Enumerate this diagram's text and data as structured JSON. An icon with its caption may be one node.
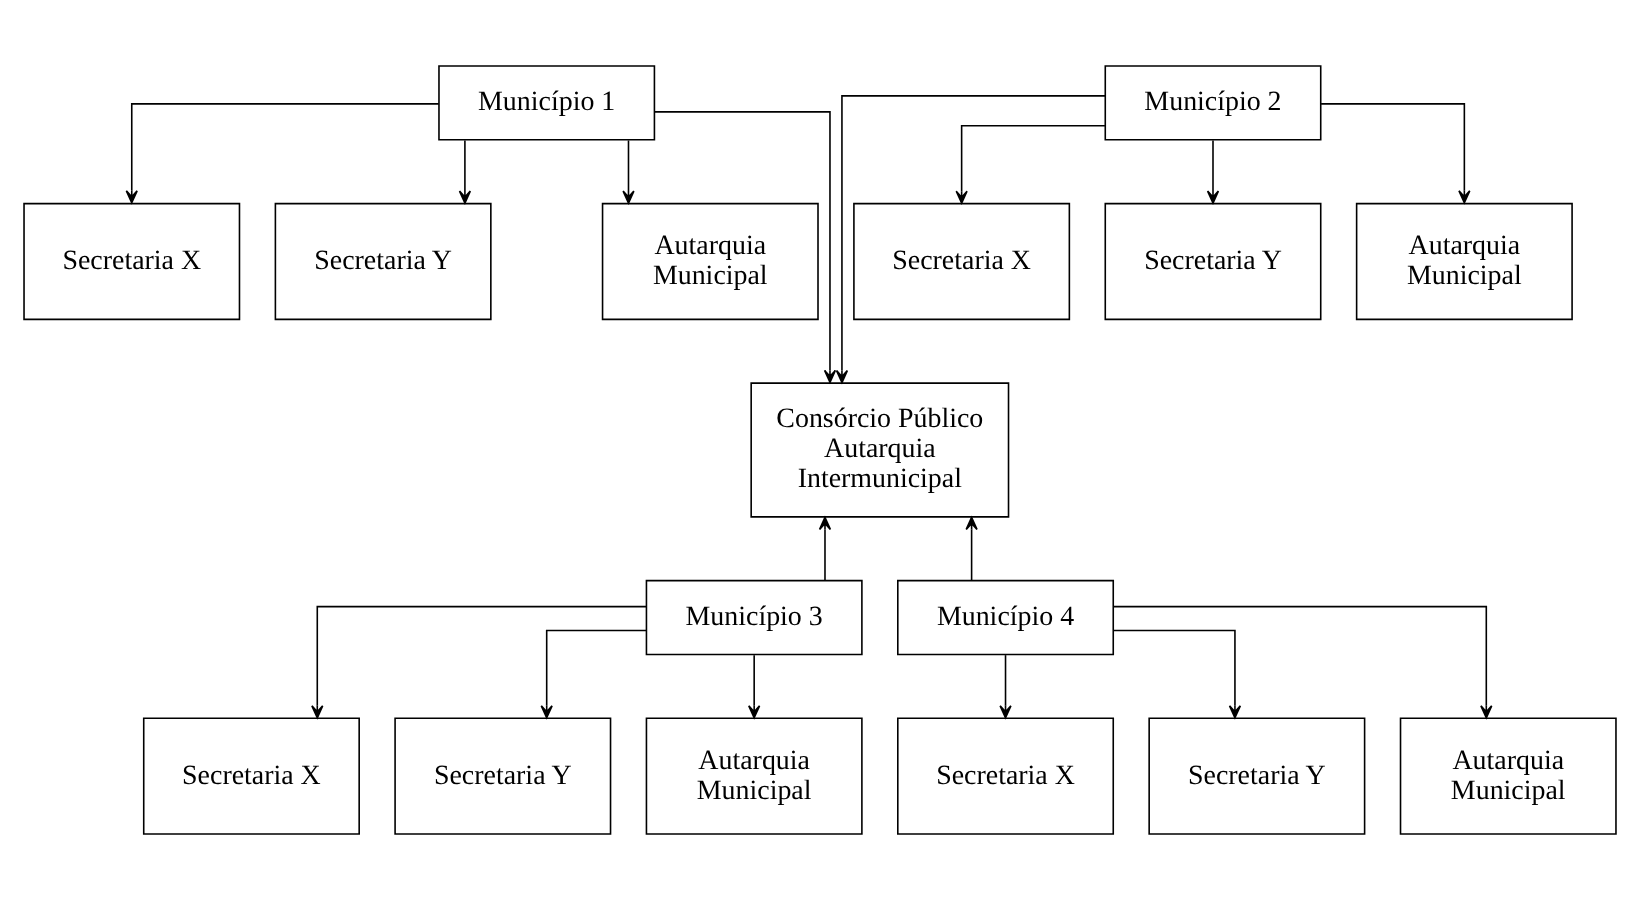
{
  "diagram": {
    "nodes": [
      {
        "text": [
          "Município 1"
        ]
      },
      {
        "text": [
          "Secretaria X"
        ]
      },
      {
        "text": [
          "Secretaria Y"
        ]
      },
      {
        "text": [
          "Autarquia Municipal"
        ]
      },
      {
        "text": [
          "Município 2"
        ]
      },
      {
        "text": [
          "Secretaria X"
        ]
      },
      {
        "text": [
          "Secretaria Y"
        ]
      },
      {
        "text": [
          "Autarquia Municipal"
        ]
      },
      {
        "text": [
          "Consórcio Público Autarquia Intermunicipal"
        ]
      },
      {
        "text": [
          "Município 3"
        ]
      },
      {
        "text": [
          "Secretaria X"
        ]
      },
      {
        "text": [
          "Secretaria Y"
        ]
      },
      {
        "text": [
          "Autarquia Municipal"
        ]
      },
      {
        "text": [
          "Município 4"
        ]
      },
      {
        "text": [
          "Secretaria X"
        ]
      },
      {
        "text": [
          "Secretaria Y"
        ]
      },
      {
        "text": [
          "Autarquia Municipal"
        ]
      }
    ],
    "edges": [
      {
        "from": 0,
        "to": 1,
        "arrow": "to"
      },
      {
        "from": 0,
        "to": 2,
        "arrow": "to"
      },
      {
        "from": 0,
        "to": 3,
        "arrow": "to"
      },
      {
        "from": 0,
        "to": 8,
        "arrow": "to"
      },
      {
        "from": 4,
        "to": 5,
        "arrow": "to"
      },
      {
        "from": 4,
        "to": 6,
        "arrow": "to"
      },
      {
        "from": 4,
        "to": 7,
        "arrow": "to"
      },
      {
        "from": 4,
        "to": 8,
        "arrow": "to"
      },
      {
        "from": 9,
        "to": 10,
        "arrow": "to"
      },
      {
        "from": 9,
        "to": 11,
        "arrow": "to"
      },
      {
        "from": 9,
        "to": 12,
        "arrow": "to"
      },
      {
        "from": 9,
        "to": 8,
        "arrow": "to"
      },
      {
        "from": 13,
        "to": 14,
        "arrow": "to"
      },
      {
        "from": 13,
        "to": 15,
        "arrow": "to"
      },
      {
        "from": 13,
        "to": 16,
        "arrow": "to"
      },
      {
        "from": 13,
        "to": 8,
        "arrow": "to"
      }
    ]
  }
}
